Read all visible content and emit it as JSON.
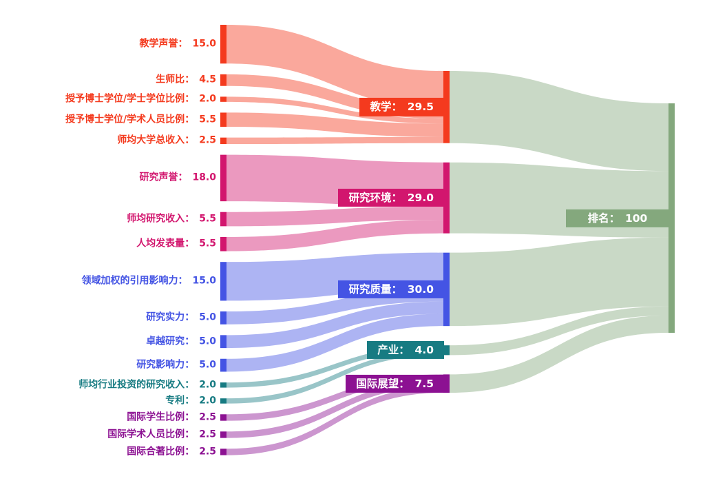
{
  "chart_data": {
    "type": "sankey",
    "title": "",
    "total": 100,
    "colors": {
      "teaching": "#F43A1E",
      "research_environment": "#D2166E",
      "research_quality": "#4454E4",
      "industry": "#177B82",
      "international_outlook": "#8C1192",
      "rank": "#84A87D"
    },
    "link_opacity": 0.44,
    "nodes": [
      {
        "id": "teaching_reputation",
        "label": "教学声誉",
        "value": 15.0,
        "display": "15.0",
        "col": 0,
        "ckey": "teaching"
      },
      {
        "id": "staff_student_ratio",
        "label": "生师比",
        "value": 4.5,
        "display": "4.5",
        "col": 0,
        "ckey": "teaching"
      },
      {
        "id": "doctorate_bachelor_ratio",
        "label": "授予博士学位/学士学位比例",
        "value": 2.0,
        "display": "2.0",
        "col": 0,
        "ckey": "teaching"
      },
      {
        "id": "doctorate_staff_ratio",
        "label": "授予博士学位/学术人员比例",
        "value": 5.5,
        "display": "5.5",
        "col": 0,
        "ckey": "teaching"
      },
      {
        "id": "institutional_income",
        "label": "师均大学总收入",
        "value": 2.5,
        "display": "2.5",
        "col": 0,
        "ckey": "teaching"
      },
      {
        "id": "research_reputation",
        "label": "研究声誉",
        "value": 18.0,
        "display": "18.0",
        "col": 0,
        "ckey": "research_environment"
      },
      {
        "id": "research_income",
        "label": "师均研究收入",
        "value": 5.5,
        "display": "5.5",
        "col": 0,
        "ckey": "research_environment"
      },
      {
        "id": "research_productivity",
        "label": "人均发表量",
        "value": 5.5,
        "display": "5.5",
        "col": 0,
        "ckey": "research_environment"
      },
      {
        "id": "field_weighted_citation",
        "label": "领域加权的引用影响力",
        "value": 15.0,
        "display": "15.0",
        "col": 0,
        "ckey": "research_quality"
      },
      {
        "id": "research_strength",
        "label": "研究实力",
        "value": 5.0,
        "display": "5.0",
        "col": 0,
        "ckey": "research_quality"
      },
      {
        "id": "research_excellence",
        "label": "卓越研究",
        "value": 5.0,
        "display": "5.0",
        "col": 0,
        "ckey": "research_quality"
      },
      {
        "id": "research_influence",
        "label": "研究影响力",
        "value": 5.0,
        "display": "5.0",
        "col": 0,
        "ckey": "research_quality"
      },
      {
        "id": "industry_income",
        "label": "师均行业投资的研究收入",
        "value": 2.0,
        "display": "2.0",
        "col": 0,
        "ckey": "industry"
      },
      {
        "id": "patents",
        "label": "专利",
        "value": 2.0,
        "display": "2.0",
        "col": 0,
        "ckey": "industry"
      },
      {
        "id": "intl_students",
        "label": "国际学生比例",
        "value": 2.5,
        "display": "2.5",
        "col": 0,
        "ckey": "international_outlook"
      },
      {
        "id": "intl_staff",
        "label": "国际学术人员比例",
        "value": 2.5,
        "display": "2.5",
        "col": 0,
        "ckey": "international_outlook"
      },
      {
        "id": "intl_coauthorship",
        "label": "国际合著比例",
        "value": 2.5,
        "display": "2.5",
        "col": 0,
        "ckey": "international_outlook"
      },
      {
        "id": "teaching",
        "label": "教学",
        "value": 29.5,
        "display": "29.5",
        "col": 1,
        "ckey": "teaching"
      },
      {
        "id": "research_environment",
        "label": "研究环境",
        "value": 29.0,
        "display": "29.0",
        "col": 1,
        "ckey": "research_environment"
      },
      {
        "id": "research_quality",
        "label": "研究质量",
        "value": 30.0,
        "display": "30.0",
        "col": 1,
        "ckey": "research_quality"
      },
      {
        "id": "industry",
        "label": "产业",
        "value": 4.0,
        "display": "4.0",
        "col": 1,
        "ckey": "industry"
      },
      {
        "id": "international_outlook",
        "label": "国际展望",
        "value": 7.5,
        "display": "7.5",
        "col": 1,
        "ckey": "international_outlook"
      },
      {
        "id": "rank",
        "label": "排名",
        "value": 100,
        "display": "100",
        "col": 2,
        "ckey": "rank"
      }
    ],
    "links": [
      {
        "source": "teaching_reputation",
        "target": "teaching",
        "value": 15.0
      },
      {
        "source": "staff_student_ratio",
        "target": "teaching",
        "value": 4.5
      },
      {
        "source": "doctorate_bachelor_ratio",
        "target": "teaching",
        "value": 2.0
      },
      {
        "source": "doctorate_staff_ratio",
        "target": "teaching",
        "value": 5.5
      },
      {
        "source": "institutional_income",
        "target": "teaching",
        "value": 2.5
      },
      {
        "source": "research_reputation",
        "target": "research_environment",
        "value": 18.0
      },
      {
        "source": "research_income",
        "target": "research_environment",
        "value": 5.5
      },
      {
        "source": "research_productivity",
        "target": "research_environment",
        "value": 5.5
      },
      {
        "source": "field_weighted_citation",
        "target": "research_quality",
        "value": 15.0
      },
      {
        "source": "research_strength",
        "target": "research_quality",
        "value": 5.0
      },
      {
        "source": "research_excellence",
        "target": "research_quality",
        "value": 5.0
      },
      {
        "source": "research_influence",
        "target": "research_quality",
        "value": 5.0
      },
      {
        "source": "industry_income",
        "target": "industry",
        "value": 2.0
      },
      {
        "source": "patents",
        "target": "industry",
        "value": 2.0
      },
      {
        "source": "intl_students",
        "target": "international_outlook",
        "value": 2.5
      },
      {
        "source": "intl_staff",
        "target": "international_outlook",
        "value": 2.5
      },
      {
        "source": "intl_coauthorship",
        "target": "international_outlook",
        "value": 2.5
      },
      {
        "source": "teaching",
        "target": "rank",
        "value": 29.5
      },
      {
        "source": "research_environment",
        "target": "rank",
        "value": 29.0
      },
      {
        "source": "research_quality",
        "target": "rank",
        "value": 30.0
      },
      {
        "source": "industry",
        "target": "rank",
        "value": 4.0
      },
      {
        "source": "international_outlook",
        "target": "rank",
        "value": 7.5
      }
    ]
  }
}
